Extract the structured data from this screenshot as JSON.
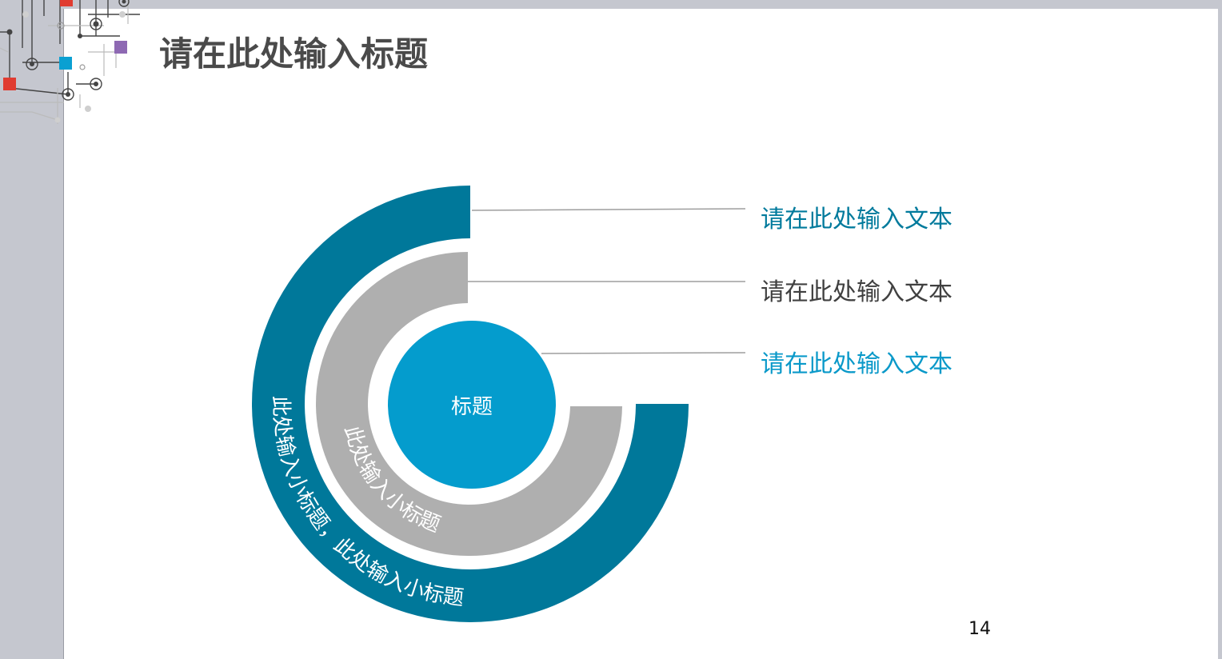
{
  "slide": {
    "title": "请在此处输入标题",
    "page_number": "14"
  },
  "diagram": {
    "center_label": "标题",
    "outer_ring_label": "此处输入小标题，此处输入小标题",
    "middle_ring_label": "此处输入小标题",
    "callouts": [
      {
        "text": "请在此处输入文本",
        "color": "#007a9c"
      },
      {
        "text": "请在此处输入文本",
        "color": "#404040"
      },
      {
        "text": "请在此处输入文本",
        "color": "#0a99c9"
      }
    ]
  },
  "colors": {
    "outer_ring": "#00789a",
    "middle_ring": "#afafaf",
    "center_circle": "#049ccd",
    "connector_line": "#9e9e9e",
    "accent_red": "#e03c31",
    "accent_cyan": "#0aa0d2",
    "accent_purple": "#8e69b3"
  }
}
